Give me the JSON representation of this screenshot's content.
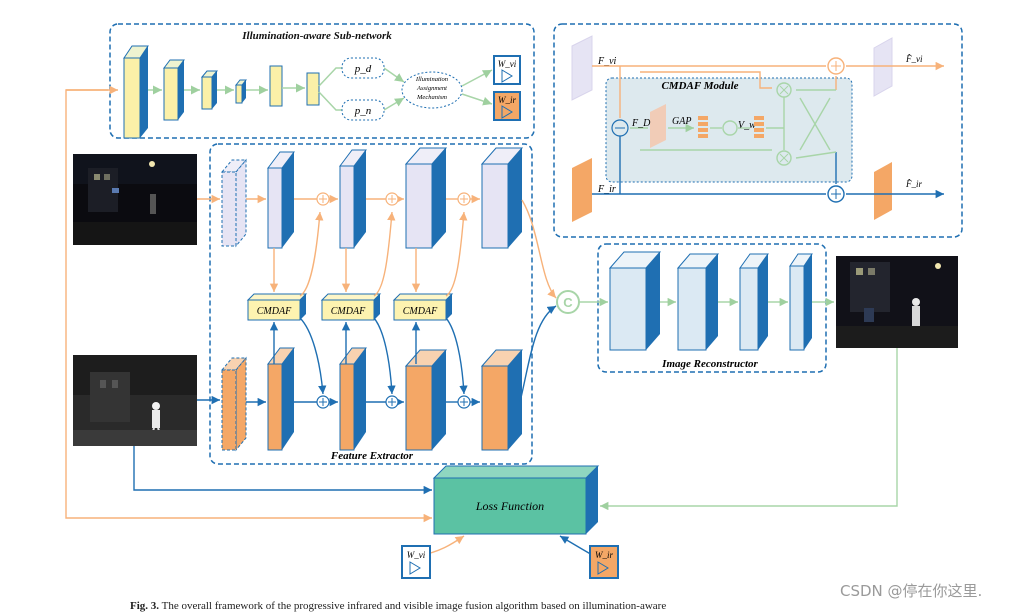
{
  "title": {
    "illumination_subnet": "Illumination-aware Sub-network",
    "cmdaf_module": "CMDAF Module",
    "feature_extractor": "Feature Extractor",
    "image_reconstructor": "Image Reconstructor"
  },
  "labels": {
    "p_d": "p_d",
    "p_n": "p_n",
    "illum_mech": [
      "Illumination",
      "Assignment",
      "Mechanism"
    ],
    "cmdaf": "CMDAF",
    "loss_function": "Loss Function",
    "gap": "GAP",
    "f_vi": "F_vi",
    "f_ir": "F_ir",
    "f_d": "F_D",
    "v_w": "V_w",
    "f_vi_hat": "F̂_vi",
    "f_ir_hat": "F̂_ir",
    "concat": "C",
    "w_vi": "W_vi",
    "w_ir": "W_ir"
  },
  "caption": {
    "prefix": "Fig. 3.",
    "text": "The overall framework of the progressive infrared and visible image fusion algorithm based on illumination-aware"
  },
  "watermark": "CSDN @停在你这里.",
  "colors": {
    "blue": "#1f6fb2",
    "orange_line": "#f7b27a",
    "green_line": "#a8d5a8",
    "light_violet": "#e6e4f4",
    "light_blue_box": "#dbe9f3",
    "orange_fill": "#f4a766",
    "yellow_fill": "#fdf3b0",
    "loss_fill": "#5bc2a3"
  }
}
